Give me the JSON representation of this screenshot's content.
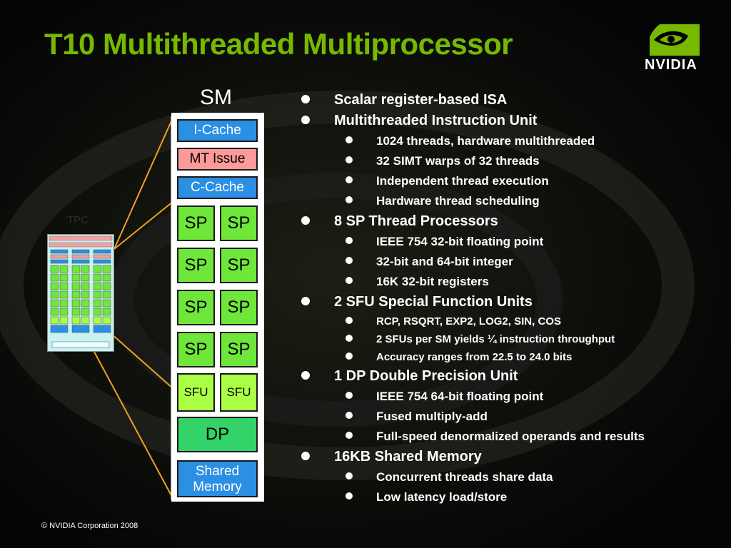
{
  "slide": {
    "title": "T10 Multithreaded Multiprocessor",
    "logo_text": "NVIDIA",
    "footer": "© NVIDIA Corporation 2008",
    "accent_color": "#76b900"
  },
  "diagram": {
    "sm_label": "SM",
    "tpc_label": "TPC",
    "icache": "I-Cache",
    "mt_issue": "MT Issue",
    "ccache": "C-Cache",
    "sp": [
      "SP",
      "SP",
      "SP",
      "SP",
      "SP",
      "SP",
      "SP",
      "SP"
    ],
    "sfu": [
      "SFU",
      "SFU"
    ],
    "dp": "DP",
    "shared_memory": [
      "Shared",
      "Memory"
    ],
    "colors": {
      "cache": "#2b8fe3",
      "mt_issue": "#ff9a9a",
      "sp": "#6fe63a",
      "sfu": "#aaff44",
      "dp": "#33d36a",
      "connector": "#f0a020"
    }
  },
  "bullets": [
    {
      "text": "Scalar register-based ISA",
      "sub": []
    },
    {
      "text": "Multithreaded Instruction Unit",
      "sub": [
        "1024 threads, hardware multithreaded",
        "32 SIMT warps of 32 threads",
        "Independent thread execution",
        "Hardware thread scheduling"
      ]
    },
    {
      "text": "8 SP Thread Processors",
      "sub": [
        "IEEE 754 32-bit floating point",
        "32-bit and 64-bit integer",
        "16K 32-bit registers"
      ]
    },
    {
      "text": "2 SFU Special Function Units",
      "small": true,
      "sub": [
        "RCP, RSQRT, EXP2, LOG2, SIN, COS",
        "2 SFUs per SM yields ¼ instruction throughput",
        "Accuracy ranges from 22.5 to 24.0 bits"
      ]
    },
    {
      "text": "1 DP Double Precision Unit",
      "sub": [
        "IEEE 754 64-bit floating point",
        "Fused multiply-add",
        "Full-speed denormalized operands and results"
      ]
    },
    {
      "text": "16KB Shared Memory",
      "sub": [
        "Concurrent threads share data",
        "Low latency load/store"
      ]
    }
  ]
}
